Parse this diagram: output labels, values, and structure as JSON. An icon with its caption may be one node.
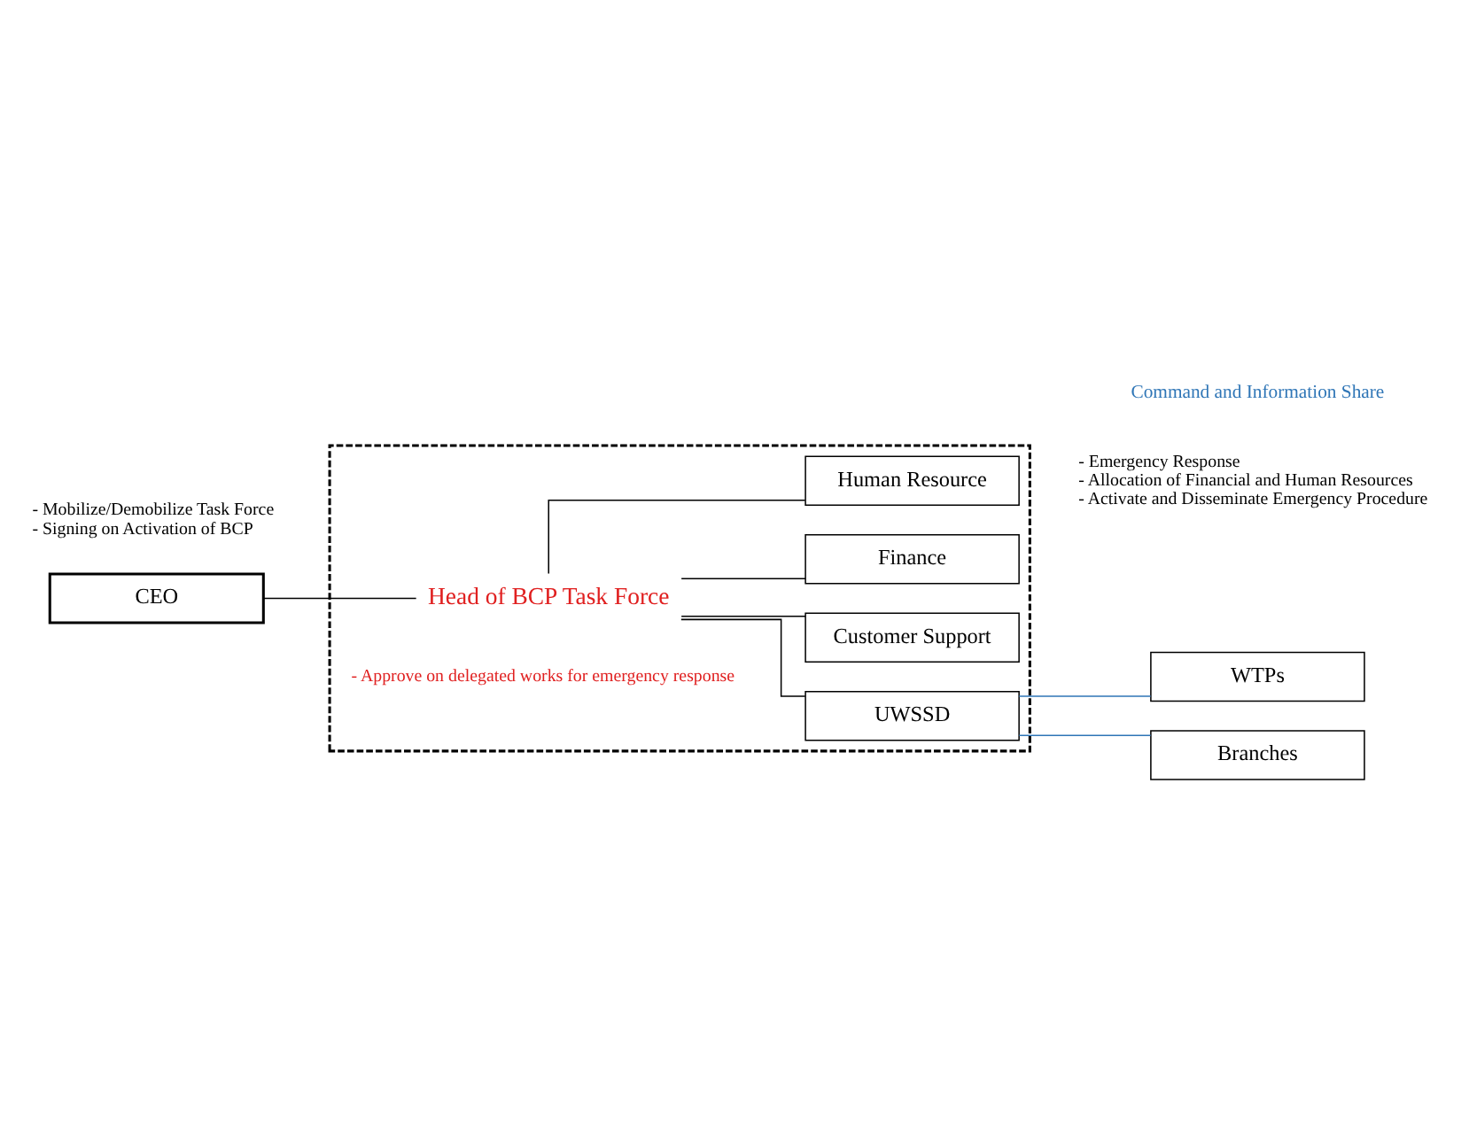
{
  "diagram": {
    "nodes": [
      {
        "text": [
          "CEO"
        ],
        "beside": [
          "- Mobilize/Demobilize Task Force",
          "- Signing on Activation of BCP"
        ]
      },
      {
        "text": [],
        "shape": "box",
        "beside": [
          "- Emergency Response",
          "- Allocation of Financial and Human Resources",
          "- Activate and Disseminate Emergency Procedure"
        ]
      },
      {
        "text": [
          "Head of BCP Task Force"
        ],
        "in": 1,
        "beside": [
          "- Approve on delegated works for emergency response"
        ]
      },
      {
        "text": [
          "UWSSD"
        ],
        "in": 1
      },
      {
        "text": [
          "Finance"
        ],
        "in": 1
      },
      {
        "text": [
          "Customer Support"
        ],
        "in": 1
      },
      {
        "text": [
          "Human Resource"
        ],
        "in": 1
      },
      {
        "text": [
          "WTPs"
        ]
      },
      {
        "text": [
          "Branches"
        ]
      }
    ],
    "edges": [
      {
        "from": 0,
        "to": 2,
        "arrow": "none"
      },
      {
        "from": 2,
        "to": 3,
        "arrow": "none"
      },
      {
        "from": 2,
        "to": 4,
        "arrow": "none"
      },
      {
        "from": 2,
        "to": 5,
        "arrow": "none"
      },
      {
        "from": 2,
        "to": 6,
        "arrow": "none"
      },
      {
        "from": 3,
        "to": 7,
        "arrow": "none",
        "color": "#2e75b6"
      },
      {
        "from": 3,
        "to": 8,
        "arrow": "none",
        "color": "#2e75b6"
      }
    ],
    "labels": [
      "Command and Information Share"
    ]
  }
}
